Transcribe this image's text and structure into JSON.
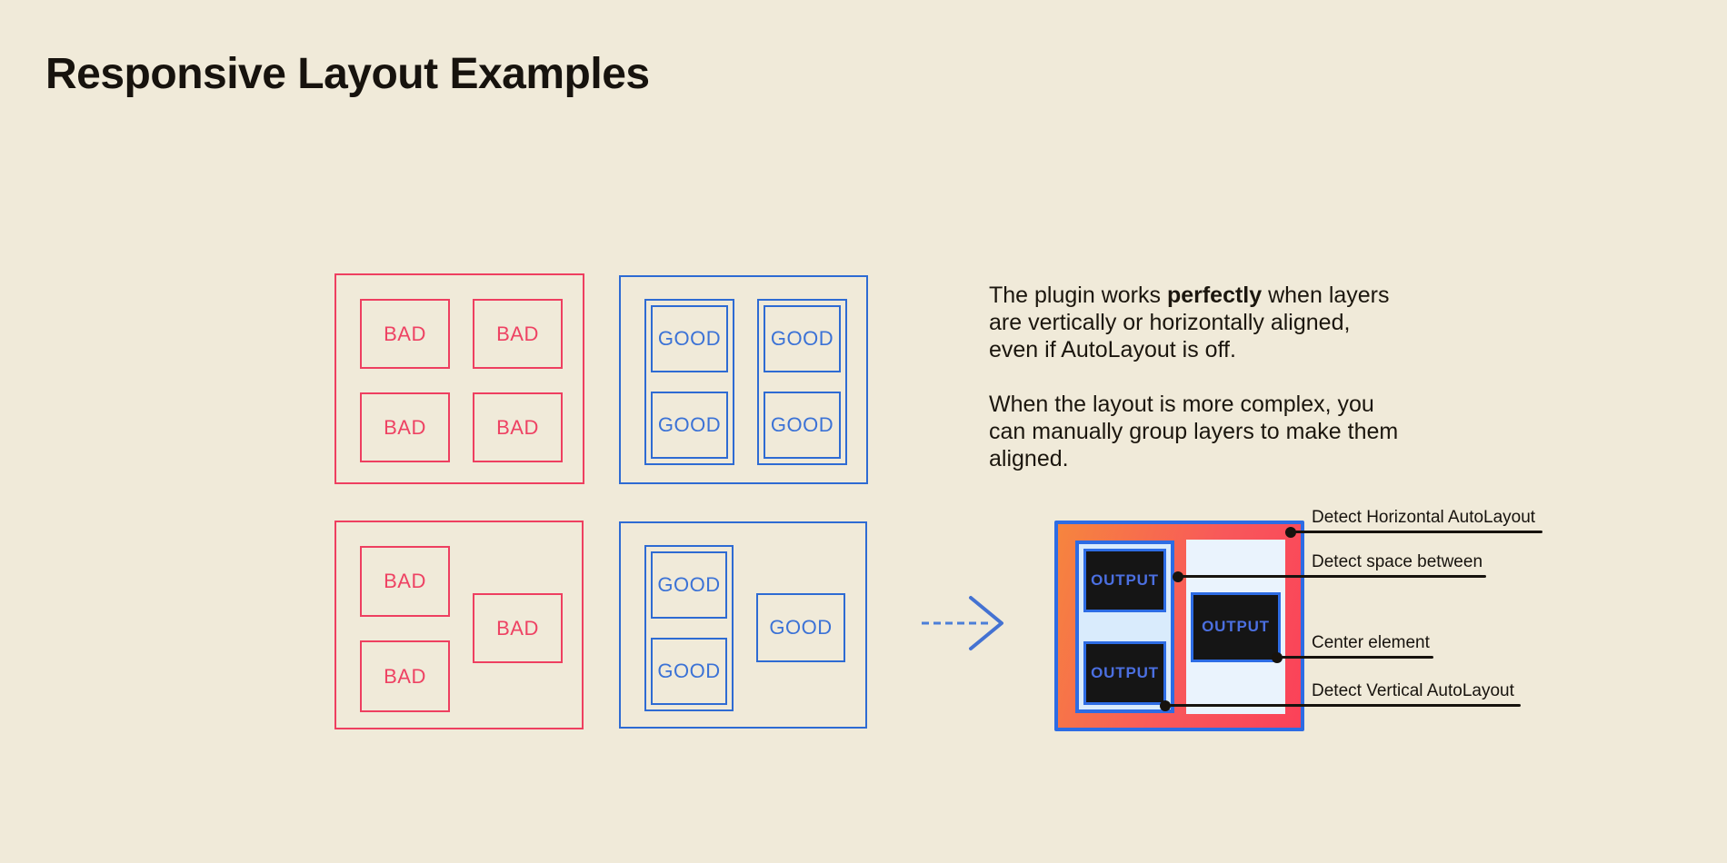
{
  "page": {
    "title": "Responsive Layout Examples",
    "background_color": "#f0ead9"
  },
  "colors": {
    "bad_red": "#ee3f60",
    "good_blue": "#2e6bd3",
    "output_border_blue": "#2d6ce4",
    "output_text_blue": "#4b6fe0",
    "output_gradient_start": "#f6853e",
    "output_gradient_end": "#fb4159",
    "output_group_fill": "#d9ebfc",
    "output_panel_fill": "#eaf3fd",
    "annotation_black": "#17130e",
    "arrow_blue": "#4b7fd8"
  },
  "examples": {
    "bad": "BAD",
    "good": "GOOD",
    "output": "OUTPUT"
  },
  "description": {
    "p1_before": "The plugin works ",
    "p1_bold": "perfectly",
    "p1_after": " when layers are vertically or horizontally aligned, even if AutoLayout is off.",
    "p2": "When the layout is more complex, you can manually group layers to make them aligned."
  },
  "annotations": [
    {
      "label": "Detect Horizontal AutoLayout"
    },
    {
      "label": "Detect space between"
    },
    {
      "label": "Center element"
    },
    {
      "label": "Detect Vertical AutoLayout"
    }
  ]
}
